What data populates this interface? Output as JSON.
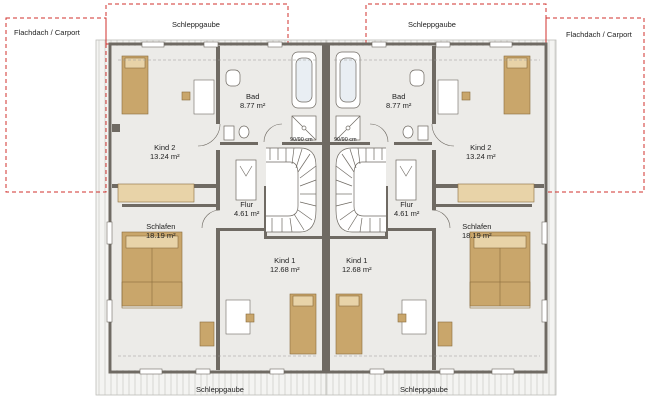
{
  "plan": {
    "labels": {
      "carport_left": "Flachdach / Carport",
      "carport_right": "Flachdach / Carport",
      "gaube_top_left": "Schleppgaube",
      "gaube_top_right": "Schleppgaube",
      "gaube_bottom_left": "Schleppgaube",
      "gaube_bottom_right": "Schleppgaube",
      "shower_left": "90/90 cm",
      "shower_right": "90/90 cm"
    },
    "rooms_left": {
      "bad": {
        "name": "Bad",
        "area": "8.77 m²"
      },
      "kind2": {
        "name": "Kind 2",
        "area": "13.24 m²"
      },
      "flur": {
        "name": "Flur",
        "area": "4.61 m²"
      },
      "schlafen": {
        "name": "Schlafen",
        "area": "18.19 m²"
      },
      "kind1": {
        "name": "Kind 1",
        "area": "12.68 m²"
      }
    },
    "rooms_right": {
      "bad": {
        "name": "Bad",
        "area": "8.77 m²"
      },
      "kind2": {
        "name": "Kind 2",
        "area": "13.24 m²"
      },
      "flur": {
        "name": "Flur",
        "area": "4.61 m²"
      },
      "schlafen": {
        "name": "Schlafen",
        "area": "18.19 m²"
      },
      "kind1": {
        "name": "Kind 1",
        "area": "12.68 m²"
      }
    },
    "colors": {
      "wall": "#6f6a63",
      "floor": "#ecebe8",
      "outer_floor": "#f6f6f4",
      "dashed_outline": "#d0312d",
      "furniture": "#c9a66b",
      "furniture_light": "#e8d3a8"
    }
  }
}
